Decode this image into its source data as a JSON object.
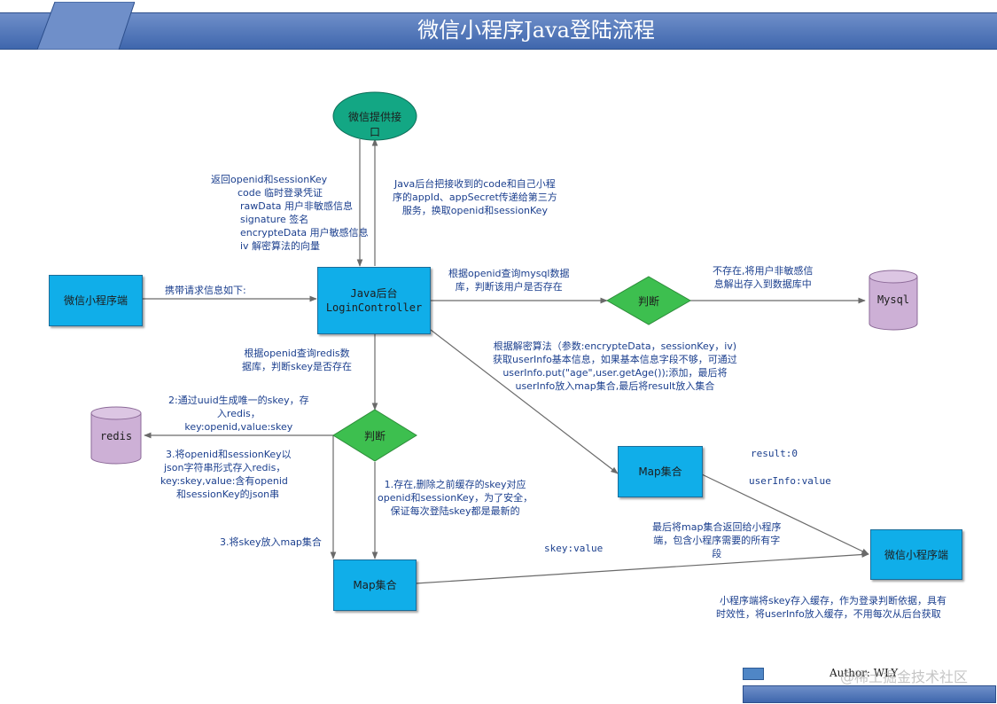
{
  "title": "微信小程序Java登陆流程",
  "colors": {
    "banner": "#4a6fb5",
    "box_fill": "#10aee9",
    "ellipse_fill": "#13a784",
    "diamond_fill": "#3dbf4f",
    "db_fill": "#cdb0d6",
    "text": "#1b3f8e"
  },
  "nodes": {
    "wechat_api": "微信提供接口",
    "miniapp_left": "微信小程序端",
    "backend_line1": "Java后台",
    "backend_line2": "LoginController",
    "judge_mysql": "判断",
    "mysql": "Mysql",
    "judge_redis": "判断",
    "redis": "redis",
    "map_right": "Map集合",
    "map_bottom": "Map集合",
    "miniapp_right": "微信小程序端"
  },
  "labels": {
    "return_openid": [
      "返回openid和sessionKey",
      "code 临时登录凭证",
      "rawData 用户非敏感信息",
      "signature 签名",
      "encrypteData 用户敏感信息",
      "iv 解密算法的向量"
    ],
    "send_code": [
      "Java后台把接收到的code和自己小程",
      "序的appId、appSecret传递给第三方",
      "服务，换取openid和sessionKey"
    ],
    "carry_request": "携带请求信息如下:",
    "query_mysql": [
      "根据openid查询mysql数据",
      "库，判断该用户是否存在"
    ],
    "not_exist": [
      "不存在,将用户非敏感信",
      "息解出存入到数据库中"
    ],
    "decrypt": [
      "根据解密算法（参数:encrypteData，sessionKey，iv)",
      "获取userInfo基本信息，如果基本信息字段不够，可通过",
      "userInfo.put(\"age\",user.getAge());添加，最后将",
      "userInfo放入map集合,最后将result放入集合"
    ],
    "query_redis": [
      "根据openid查询redis数",
      "据库，判断skey是否存在"
    ],
    "gen_skey": [
      "2:通过uuid生成唯一的skey，存",
      "入redis，",
      "key:openid,value:skey"
    ],
    "save_json": [
      "3.将openid和sessionKey以",
      "json字符串形式存入redis，",
      "key:skey,value:含有openid",
      "和sessionKey的json串"
    ],
    "exists": [
      "1.存在,删除之前缓存的skey对应",
      "openid和sessionKey，为了安全，",
      "保证每次登陆skey都是最新的"
    ],
    "put_skey": "3.将skey放入map集合",
    "result": "result:0",
    "userinfo_value": "userInfo:value",
    "return_map": [
      "最后将map集合返回给小程序",
      "端，包含小程序需要的所有字",
      "段"
    ],
    "skey_value": "skey:value",
    "cache_note": [
      "小程序端将skey存入缓存，作为登录判断依据，具有",
      "时效性，将userInfo放入缓存，不用每次从后台获取"
    ]
  },
  "footer": {
    "author": "Author: WLY",
    "watermark": "@稀土掘金技术社区"
  }
}
